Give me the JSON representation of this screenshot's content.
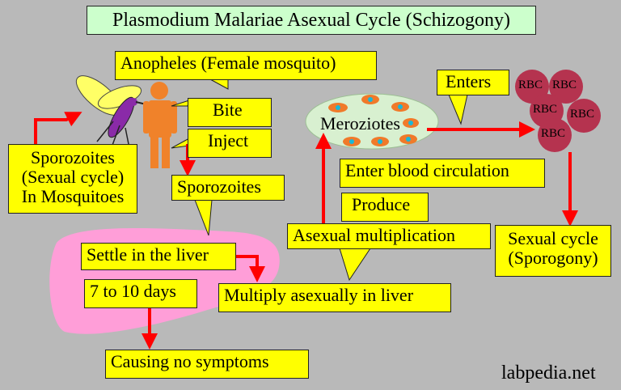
{
  "title": "Plasmodium Malariae Asexual Cycle (Schizogony)",
  "boxes": {
    "anopheles": "Anopheles (Female mosquito)",
    "bite": "Bite",
    "inject": "Inject",
    "sporozoites_mid": "Sporozoites",
    "sporozoites_left": [
      "Sporozoites",
      "(Sexual cycle)",
      "In Mosquitoes"
    ],
    "settle": "Settle in the liver",
    "days": "7 to 10 days",
    "multiply": "Multiply asexually in liver",
    "no_symptoms": "Causing no symptoms",
    "enter_blood": "Enter blood circulation",
    "produce": "Produce",
    "asexual_mult": "Asexual multiplication",
    "enters": "Enters",
    "sexual_cycle": [
      "Sexual cycle",
      "(Sporogony)"
    ]
  },
  "merozoites_label": "Meroziotes",
  "rbc_label": "RBC",
  "watermark": "labpedia.net",
  "colors": {
    "background": "#b9b9b9",
    "callout": "#ffff00",
    "arrow": "#ff0000",
    "liver": "#ff9ed8",
    "rbc": "#b5334f",
    "merozoite_oval": "#d8f0d0",
    "merozoite": "#f07a2a",
    "merozoite_nucleus": "#1ab8d8",
    "human": "#f0822a"
  }
}
